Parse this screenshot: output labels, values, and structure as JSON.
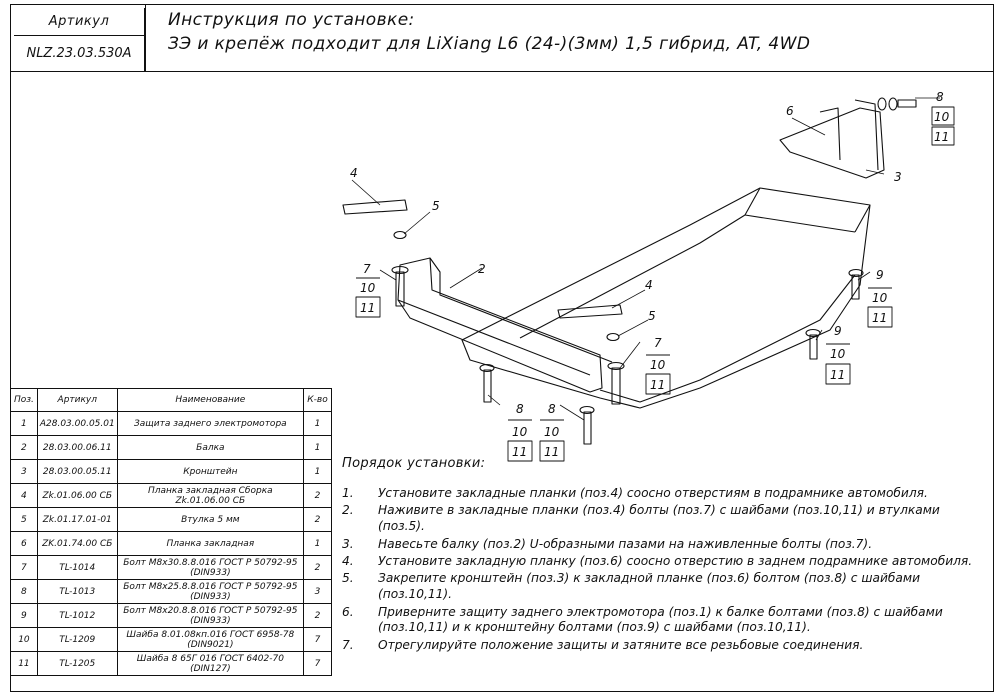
{
  "header": {
    "article_label": "Артикул",
    "article_code": "NLZ.23.03.530A",
    "title_line1": "Инструкция по установке:",
    "title_line2": "ЗЭ и крепёж подходит для LiXiang L6 (24-)(3мм) 1,5 гибрид, AT, 4WD"
  },
  "callouts": {
    "c1": "4",
    "c2": "5",
    "c3": "7",
    "c4": "10",
    "c5": "11",
    "c6": "2",
    "c7": "6",
    "c8": "8",
    "c9": "10",
    "c10": "11",
    "c11": "3",
    "c12": "9",
    "c13": "10",
    "c14": "11",
    "c15": "4",
    "c16": "5",
    "c17": "7",
    "c18": "10",
    "c19": "11",
    "c20": "9",
    "c21": "10",
    "c22": "11",
    "c23": "8",
    "c24": "10",
    "c25": "11",
    "c26": "8",
    "c27": "10",
    "c28": "11"
  },
  "table": {
    "headers": [
      "Поз.",
      "Артикул",
      "Наименование",
      "К-во"
    ],
    "rows": [
      {
        "pos": "1",
        "art": "A28.03.00.05.01",
        "name": "Защита заднего электромотора",
        "qty": "1"
      },
      {
        "pos": "2",
        "art": "28.03.00.06.11",
        "name": "Балка",
        "qty": "1"
      },
      {
        "pos": "3",
        "art": "28.03.00.05.11",
        "name": "Кронштейн",
        "qty": "1"
      },
      {
        "pos": "4",
        "art": "Zk.01.06.00 СБ",
        "name": "Планка закладная Сборка Zk.01.06.00 СБ",
        "qty": "2"
      },
      {
        "pos": "5",
        "art": "Zk.01.17.01-01",
        "name": "Втулка 5 мм",
        "qty": "2"
      },
      {
        "pos": "6",
        "art": "ZK.01.74.00 СБ",
        "name": "Планка закладная",
        "qty": "1"
      },
      {
        "pos": "7",
        "art": "TL-1014",
        "name": "Болт М8х30.8.8.016 ГОСТ Р 50792-95 (DIN933)",
        "qty": "2"
      },
      {
        "pos": "8",
        "art": "TL-1013",
        "name": "Болт М8х25.8.8.016 ГОСТ Р 50792-95 (DIN933)",
        "qty": "3"
      },
      {
        "pos": "9",
        "art": "TL-1012",
        "name": "Болт М8х20.8.8.016 ГОСТ Р 50792-95 (DIN933)",
        "qty": "2"
      },
      {
        "pos": "10",
        "art": "TL-1209",
        "name": "Шайба 8.01.08кп.016 ГОСТ 6958-78 (DIN9021)",
        "qty": "7"
      },
      {
        "pos": "11",
        "art": "TL-1205",
        "name": "Шайба 8 65Г 016 ГОСТ 6402-70 (DIN127)",
        "qty": "7"
      }
    ]
  },
  "instructions": {
    "title": "Порядок установки:",
    "steps": [
      {
        "n": "1.",
        "text": "Установите закладные планки (поз.4) соосно отверстиям в подрамнике автомобиля."
      },
      {
        "n": "2.",
        "text": "Наживите в закладные планки (поз.4) болты (поз.7) с шайбами (поз.10,11) и втулками (поз.5)."
      },
      {
        "n": "3.",
        "text": "Навесьте балку (поз.2) U-образными пазами на наживленные болты (поз.7)."
      },
      {
        "n": "4.",
        "text": "Установите закладную планку (поз.6) соосно отверстию в заднем подрамнике автомобиля."
      },
      {
        "n": "5.",
        "text": "Закрепите кронштейн (поз.3) к закладной планке (поз.6) болтом (поз.8) с шайбами (поз.10,11)."
      },
      {
        "n": "6.",
        "text": "Приверните защиту заднего электромотора (поз.1) к балке болтами (поз.8) с шайбами (поз.10,11) и к кронштейну болтами (поз.9) с шайбами (поз.10,11)."
      },
      {
        "n": "7.",
        "text": "Отрегулируйте положение защиты и затяните все резьбовые соединения."
      }
    ]
  }
}
